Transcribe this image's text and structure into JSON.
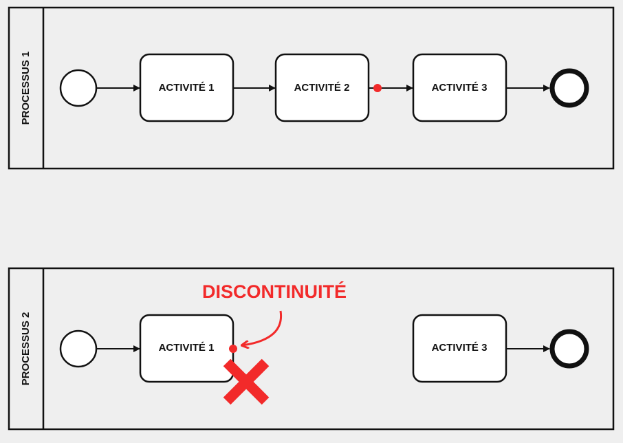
{
  "colors": {
    "background": "#efefef",
    "stroke": "#111111",
    "task_fill": "#ffffff",
    "accent": "#f22a2a"
  },
  "pool1": {
    "label": "PROCESSUS 1",
    "task1": "ACTIVITÉ 1",
    "task2": "ACTIVITÉ 2",
    "task3": "ACTIVITÉ 3"
  },
  "pool2": {
    "label": "PROCESSUS 2",
    "task1": "ACTIVITÉ 1",
    "task3": "ACTIVITÉ 3",
    "annotation": "DISCONTINUITÉ"
  },
  "icons": {
    "error_mark": "cross-icon",
    "break_point": "dot-marker",
    "pointer": "curved-arrow-icon"
  }
}
